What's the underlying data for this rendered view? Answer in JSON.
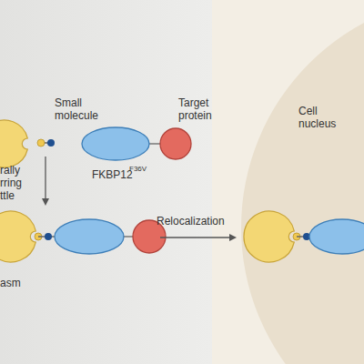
{
  "diagram": {
    "nodes": [
      {
        "text": [
          "asm"
        ]
      },
      {
        "text": [
          "Cell nucleus"
        ]
      }
    ],
    "labels": [
      "rally rring ttle",
      "Small molecule",
      "Target protein",
      "FKBP12",
      "F36V",
      "Relocalization"
    ]
  }
}
